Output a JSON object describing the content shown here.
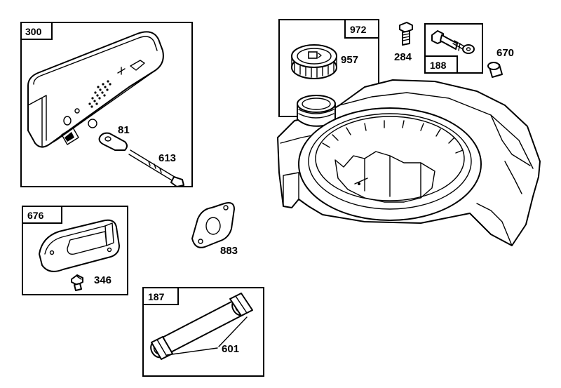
{
  "diagram": {
    "boxes": [
      {
        "id": "300"
      },
      {
        "id": "972"
      },
      {
        "id": "188"
      },
      {
        "id": "676"
      },
      {
        "id": "187"
      }
    ],
    "labels": {
      "p81": "81",
      "p613": "613",
      "p957": "957",
      "p284": "284",
      "p670": "670",
      "p883": "883",
      "p346": "346",
      "p601": "601"
    },
    "icons": [
      "muffler-icon",
      "fuel-cap-icon",
      "bolt-icon",
      "spacer-icon",
      "gasket-icon",
      "deflector-icon",
      "screw-icon",
      "fuel-line-icon",
      "fuel-tank-icon"
    ]
  }
}
